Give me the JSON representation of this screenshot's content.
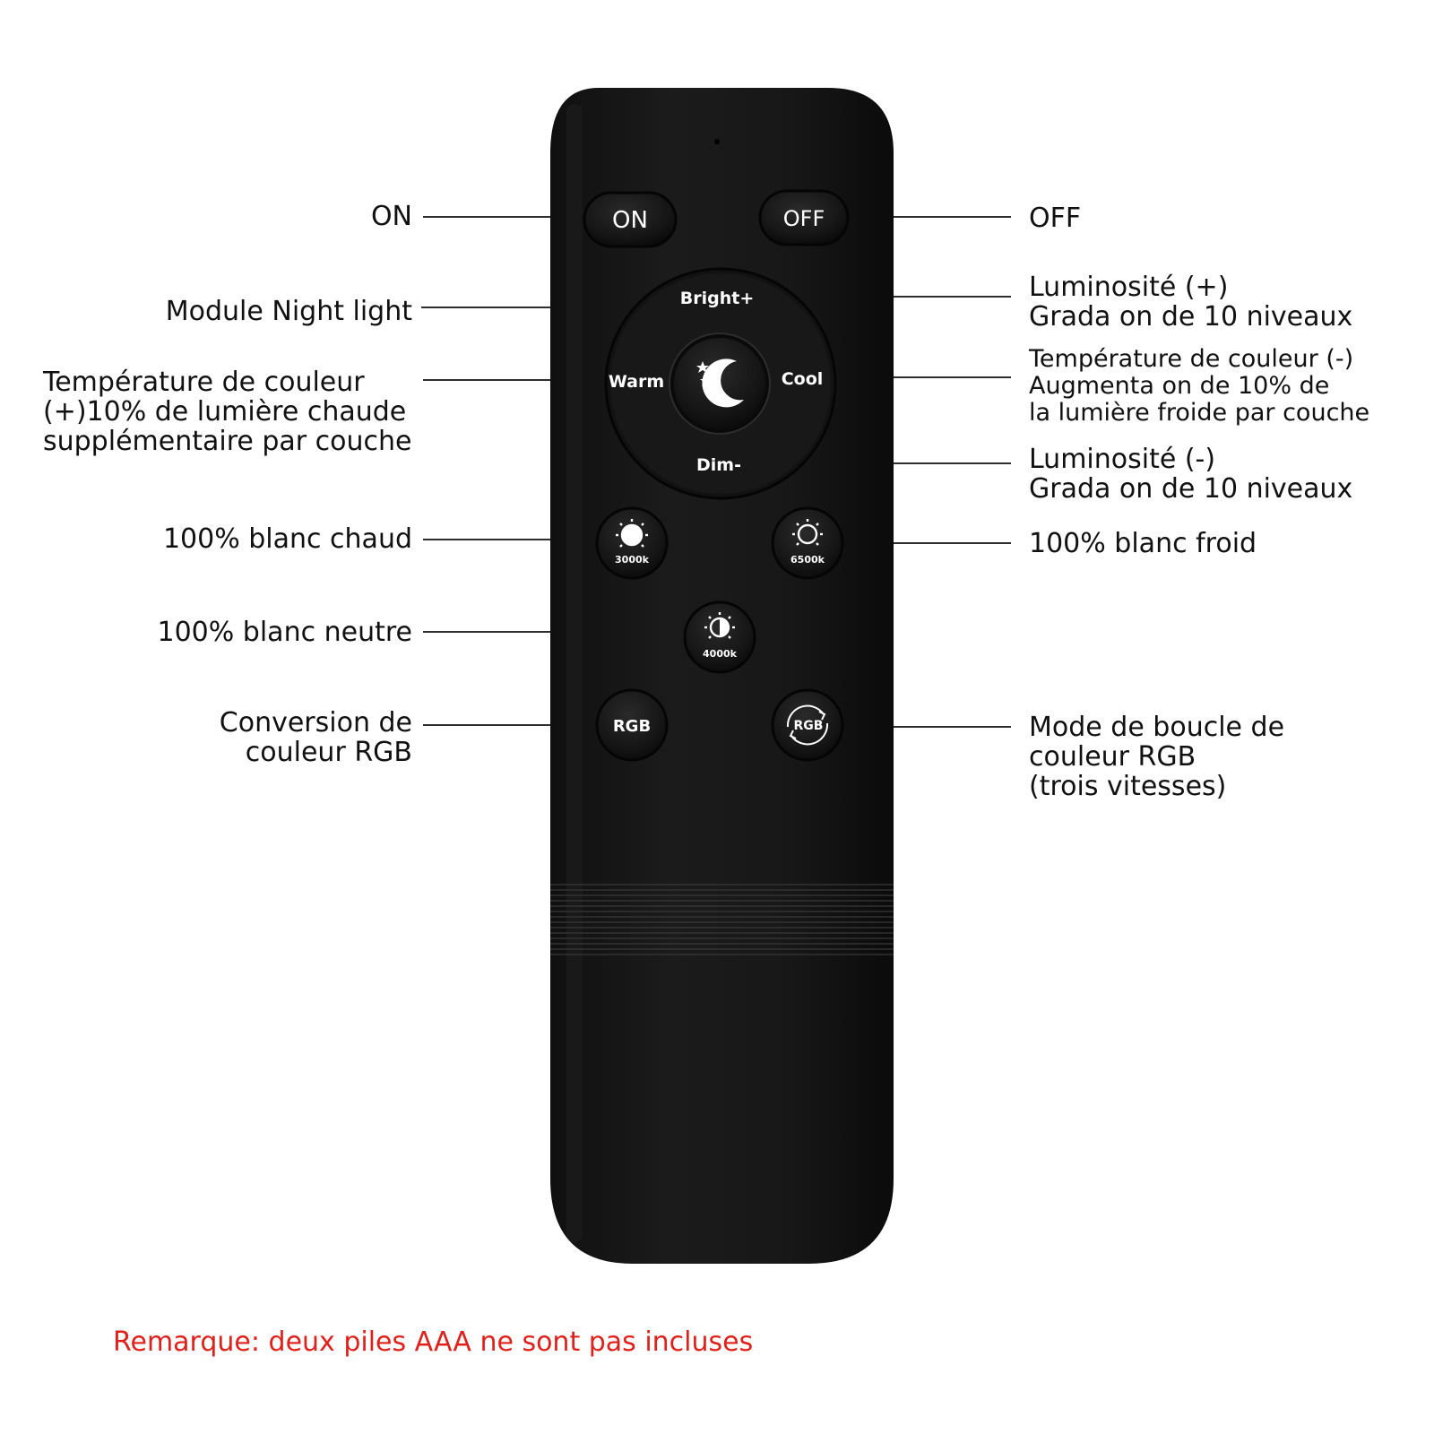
{
  "remote": {
    "body_color": "#161616",
    "button_color": "#101010",
    "text_color": "#ffffff",
    "buttons": {
      "on": "ON",
      "off": "OFF",
      "bright_plus": "Bright+",
      "dim_minus": "Dim-",
      "warm": "Warm",
      "cool": "Cool",
      "night_light_icon": "moon-stars-icon",
      "warm_white": "3000k",
      "cool_white": "6500k",
      "neutral_white": "4000k",
      "rgb": "RGB",
      "rgb_loop": "RGB"
    }
  },
  "callouts": {
    "on": "ON",
    "off": "OFF",
    "night_light": "Module Night light",
    "brightness_up": "Luminosité (+)\nGrada    on de 10 niveaux",
    "warm_temp": "Température de couleur\n(+)10% de lumière chaude\nsupplémentaire par couche",
    "cool_temp": "Température de couleur (-)\nAugmenta    on de 10% de\nla lumière froide par couche",
    "brightness_down": "Luminosité (-)\nGrada    on de 10 niveaux",
    "warm_white": "100% blanc chaud",
    "cool_white": "100% blanc froid",
    "neutral_white": "100% blanc neutre",
    "rgb_conversion": "Conversion de\ncouleur RGB",
    "rgb_loop": "Mode de boucle de\ncouleur RGB\n(trois vitesses)"
  },
  "note": {
    "text": "Remarque: deux piles AAA ne sont pas incluses",
    "color": "#e0211b"
  }
}
